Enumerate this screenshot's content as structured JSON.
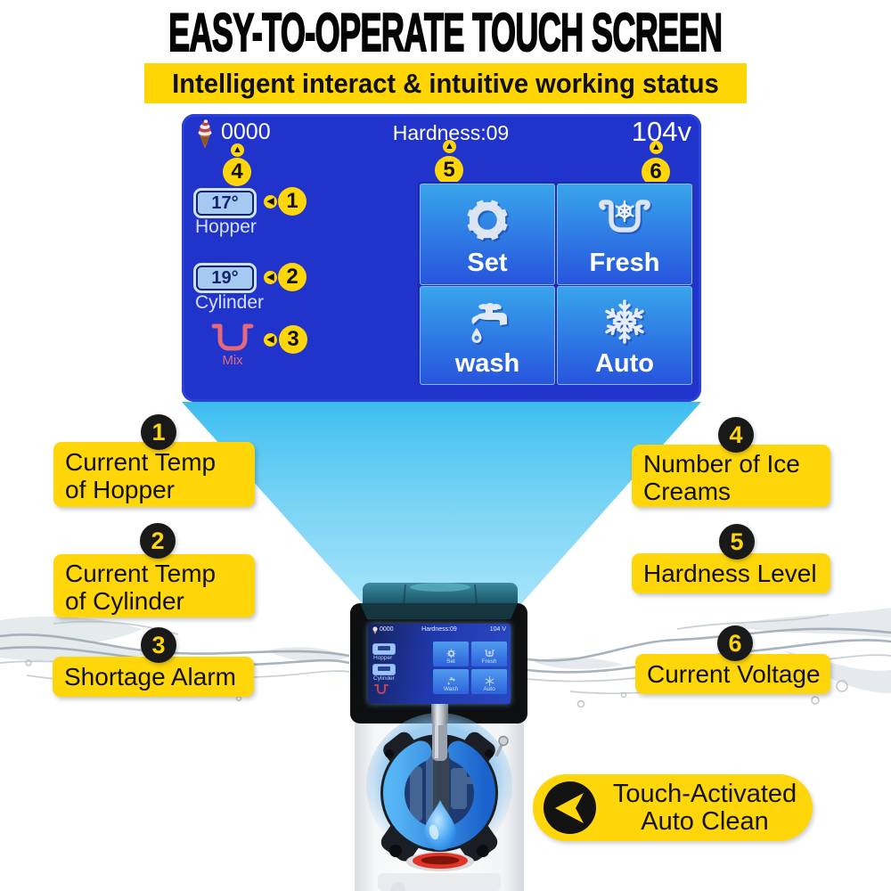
{
  "header": {
    "title": "EASY-TO-OPERATE TOUCH SCREEN",
    "subtitle": "Intelligent interact & intuitive working status"
  },
  "colors": {
    "accent_yellow": "#FFD60A",
    "screen_blue": "#2033CB",
    "tile_blue": "#3C82E6",
    "beam_cyan": "#55C8F3",
    "marker_black": "#191919",
    "mix_pink": "#E4697A"
  },
  "screen": {
    "counter": "0000",
    "hardness": "Hardness:09",
    "voltage": "104v",
    "hopper": {
      "value": "17°",
      "label": "Hopper"
    },
    "cylinder": {
      "value": "19°",
      "label": "Cylinder"
    },
    "mix_label": "Mix",
    "buttons": [
      {
        "label": "Set",
        "icon": "gear-icon"
      },
      {
        "label": "Fresh",
        "icon": "fresh-bowl-snowflake-icon"
      },
      {
        "label": "wash",
        "icon": "faucet-icon"
      },
      {
        "label": "Auto",
        "icon": "snowflake-icon"
      }
    ],
    "side_markers": [
      "1",
      "2",
      "3"
    ],
    "top_markers": [
      "4",
      "5",
      "6"
    ]
  },
  "callouts": {
    "left": [
      {
        "num": "1",
        "line1": "Current Temp",
        "line2": "of Hopper"
      },
      {
        "num": "2",
        "line1": "Current Temp",
        "line2": "of Cylinder"
      },
      {
        "num": "3",
        "line1": "Shortage Alarm",
        "line2": ""
      }
    ],
    "right": [
      {
        "num": "4",
        "line1": "Number of Ice",
        "line2": "Creams"
      },
      {
        "num": "5",
        "line1": "Hardness Level",
        "line2": ""
      },
      {
        "num": "6",
        "line1": "Current Voltage",
        "line2": ""
      }
    ]
  },
  "touch_badge": {
    "icon": "touch-arrow-icon",
    "line1": "Touch-Activated",
    "line2": "Auto Clean"
  },
  "mini_screen": {
    "counter": "0000",
    "hardness": "Hardness:09",
    "voltage": "104 V",
    "hopper_label": "Hopper",
    "cylinder_label": "Cylinder",
    "buttons": [
      "Set",
      "Fresh",
      "Wash",
      "Auto"
    ]
  }
}
